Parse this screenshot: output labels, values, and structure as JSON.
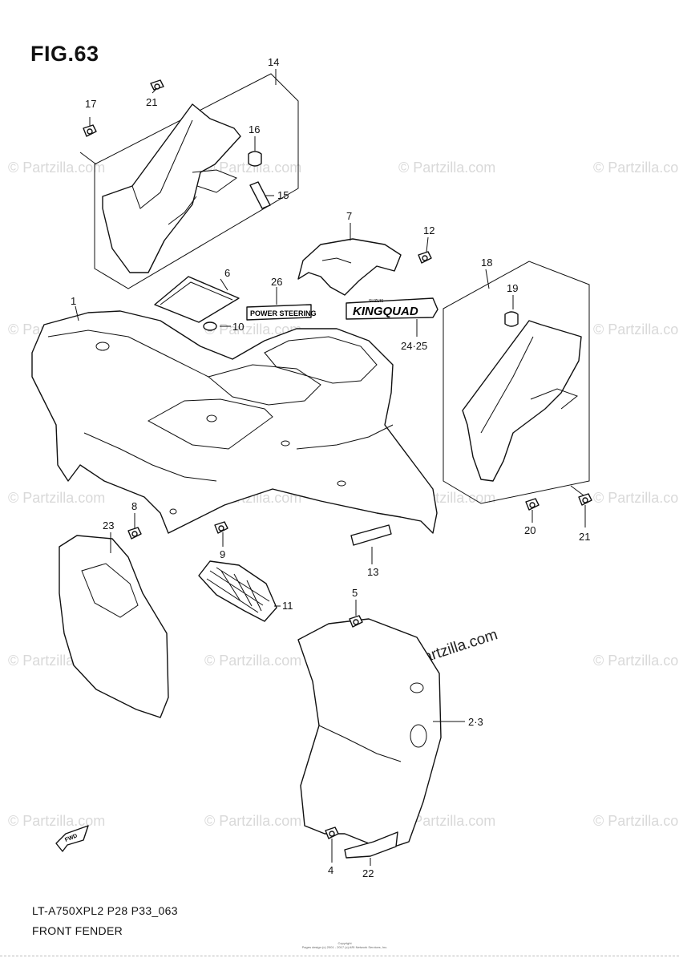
{
  "figure": {
    "title": "FIG.63",
    "model_code": "LT-A750XPL2 P28 P33_063",
    "caption": "FRONT FENDER",
    "copyright_line1": "Copyright",
    "copyright_line2": "Pages design (c) 2001 - 2017 (c) ARI Network Services, Inc."
  },
  "watermark": {
    "text": "© Partzilla.com",
    "main_text": "© Partzilla.com"
  },
  "decals": {
    "power_steering": "POWER STEERING",
    "kingquad": "KINGQUAD",
    "kingquad_top": "SUZUKI",
    "fwd": "FWD"
  },
  "callouts": [
    "14",
    "21",
    "17",
    "16",
    "15",
    "7",
    "12",
    "18",
    "19",
    "6",
    "26",
    "1",
    "10",
    "24·25",
    "8",
    "23",
    "9",
    "13",
    "20",
    "21",
    "11",
    "5",
    "2·3",
    "4",
    "22"
  ],
  "colors": {
    "line": "#111111",
    "watermark": "#d9d9d9"
  }
}
